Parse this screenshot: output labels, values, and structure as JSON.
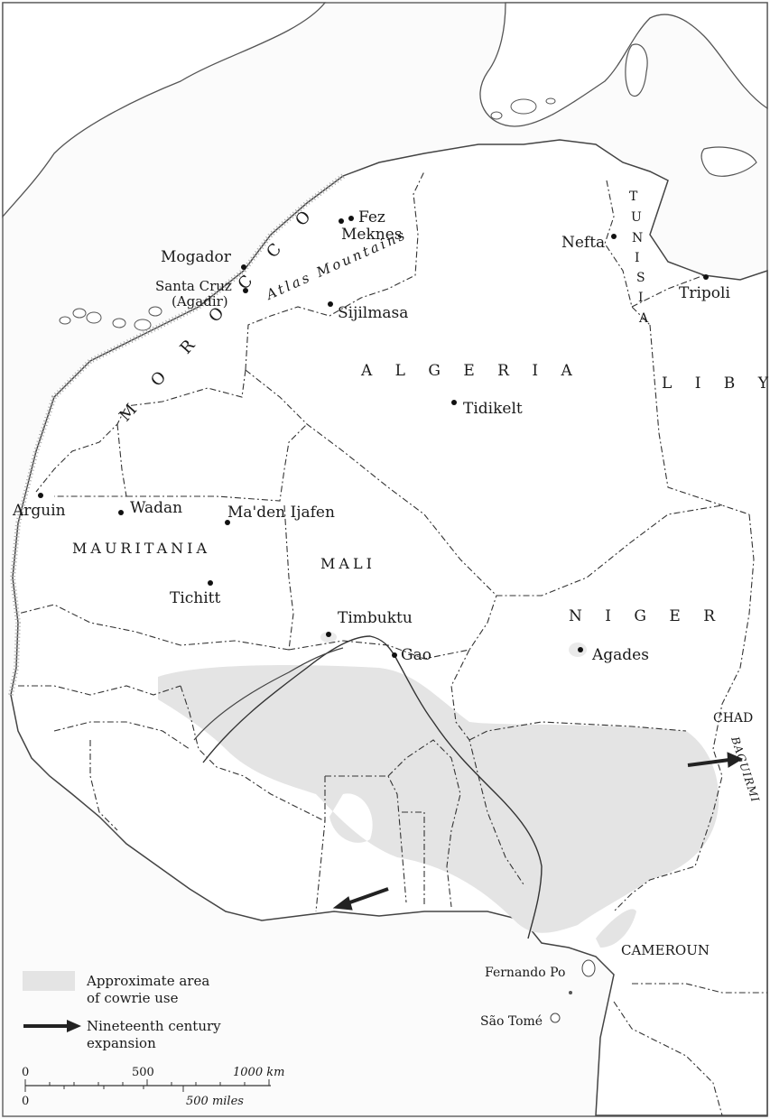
{
  "countries": {
    "morocco": "M O R O C C O",
    "algeria": "A L G E R I A",
    "libya": "L I B Y A",
    "tunisia": [
      "T",
      "U",
      "N",
      "I",
      "S",
      "I",
      "A"
    ],
    "mauritania": "MAURITANIA",
    "mali": "MALI",
    "niger": "N I G E R",
    "chad": "CHAD",
    "cameroun": "CAMEROUN",
    "baguirmi": "BAGUIRMI"
  },
  "features": {
    "atlas_mountains": "Atlas  Mountains"
  },
  "cities": {
    "fez": "Fez",
    "meknes": "Meknes",
    "mogador": "Mogador",
    "santa_cruz": "Santa Cruz",
    "agadir": "(Agadir)",
    "sijilmasa": "Sijilmasa",
    "nefta": "Nefta",
    "tripoli": "Tripoli",
    "tidikelt": "Tidikelt",
    "arguin": "Arguin",
    "wadan": "Wadan",
    "maden_ijafen": "Ma'den Ijafen",
    "tichitt": "Tichitt",
    "timbuktu": "Timbuktu",
    "gao": "Gao",
    "agades": "Agades",
    "fernando_po": "Fernando Po",
    "sao_tome": "São Tomé"
  },
  "legend": {
    "area_line1": "Approximate area",
    "area_line2": "of cowrie use",
    "arrow_line1": "Nineteenth century",
    "arrow_line2": "expansion",
    "area_color": "#e6e6e6",
    "arrow_color": "#222222"
  },
  "scale": {
    "km_labels": [
      "0",
      "500",
      "1000 km"
    ],
    "mile_labels": [
      "0",
      "500 miles"
    ]
  }
}
